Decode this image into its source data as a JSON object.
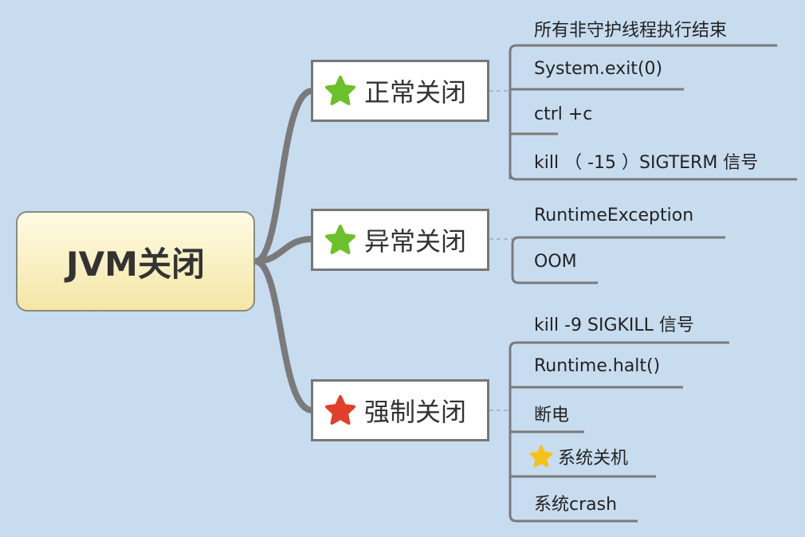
{
  "root": {
    "label": "JVM关闭"
  },
  "branches": [
    {
      "label": "正常关闭",
      "icon": "green-star-icon",
      "color": "#6cc02a",
      "items": [
        "所有非守护线程执行结束",
        "System.exit(0)",
        "ctrl +c",
        "kill （ -15 ）SIGTERM 信号"
      ]
    },
    {
      "label": "异常关闭",
      "icon": "green-star-icon",
      "color": "#6cc02a",
      "items": [
        "RuntimeException",
        "OOM"
      ]
    },
    {
      "label": "强制关闭",
      "icon": "red-star-icon",
      "color": "#e0402a",
      "items": [
        "kill -9 SIGKILL 信号",
        "Runtime.halt()",
        "断电",
        "系统关机",
        "系统crash"
      ]
    }
  ],
  "colors": {
    "background": "#c8dcf0",
    "yellow_star": "#f5c21a"
  }
}
